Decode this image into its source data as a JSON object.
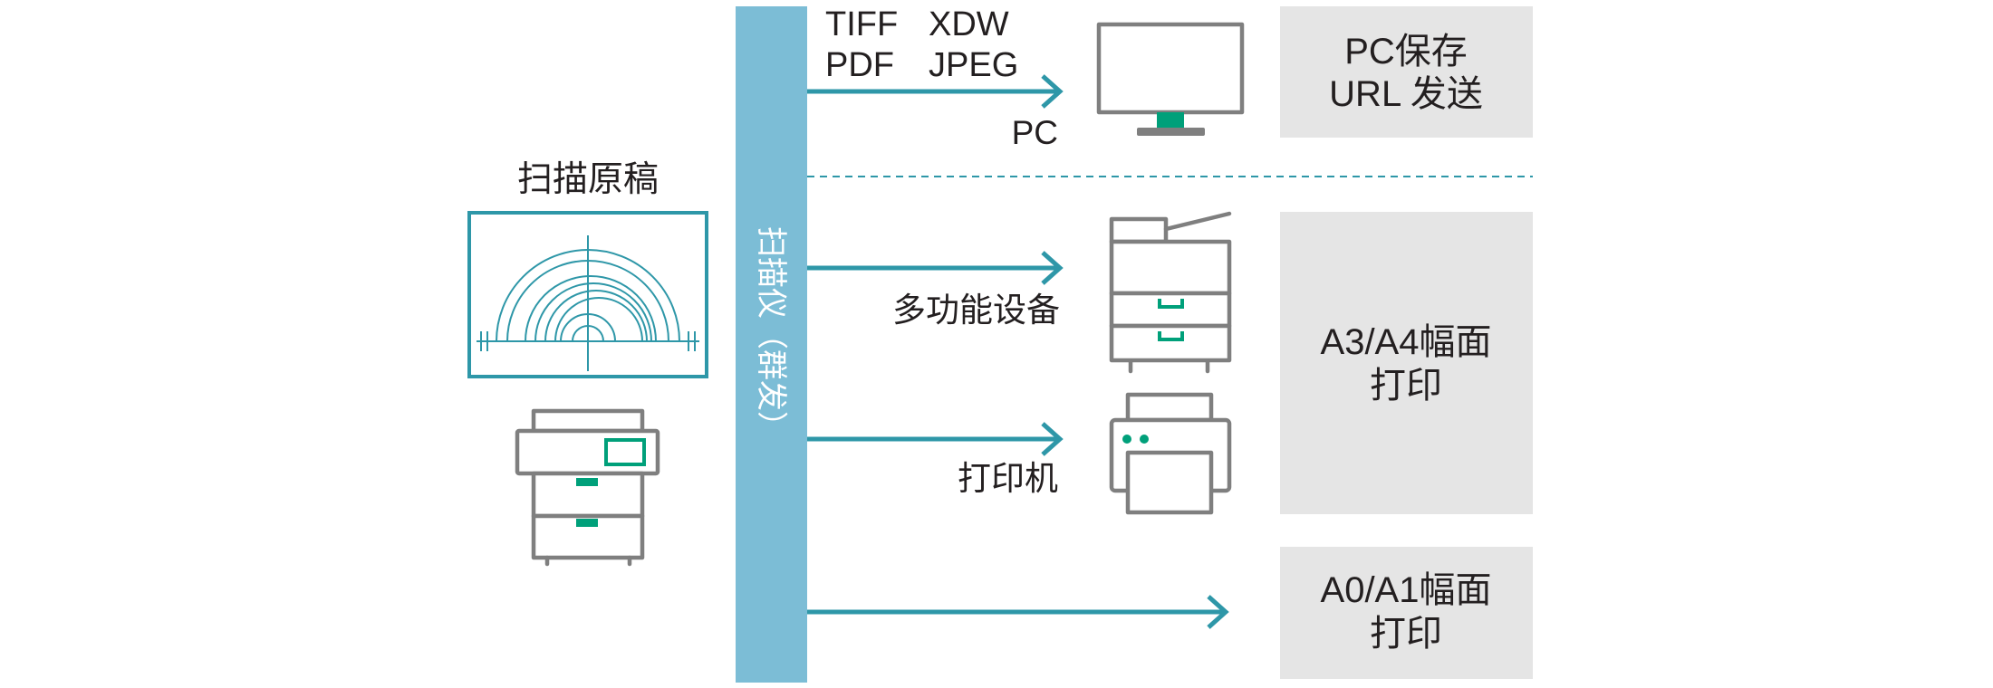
{
  "diagram": {
    "source_label": "扫描原稿",
    "hub_label": "扫描仪（群发）",
    "formats": [
      "TIFF",
      "XDW",
      "PDF",
      "JPEG"
    ],
    "destinations": {
      "pc": "PC",
      "mfp": "多功能设备",
      "printer": "打印机"
    },
    "outputs": {
      "pc": [
        "PC保存",
        "URL 发送"
      ],
      "a3_a4": [
        "A3/A4幅面",
        "打印"
      ],
      "a0_a1": [
        "A0/A1幅面",
        "打印"
      ]
    }
  },
  "icons": {
    "source_document": "blueprint-drawing-icon",
    "source_device": "multifunction-device-icon",
    "pc": "monitor-icon",
    "mfp": "multifunction-device-icon",
    "printer": "printer-icon"
  },
  "colors": {
    "line": "#2e97a8",
    "hub_bar": "#7cbdd6",
    "output_box": "#e5e5e5",
    "icon_stroke": "#7f7f7f",
    "icon_accent": "#00a07a",
    "text": "#231f20",
    "hub_text": "#ffffff"
  }
}
